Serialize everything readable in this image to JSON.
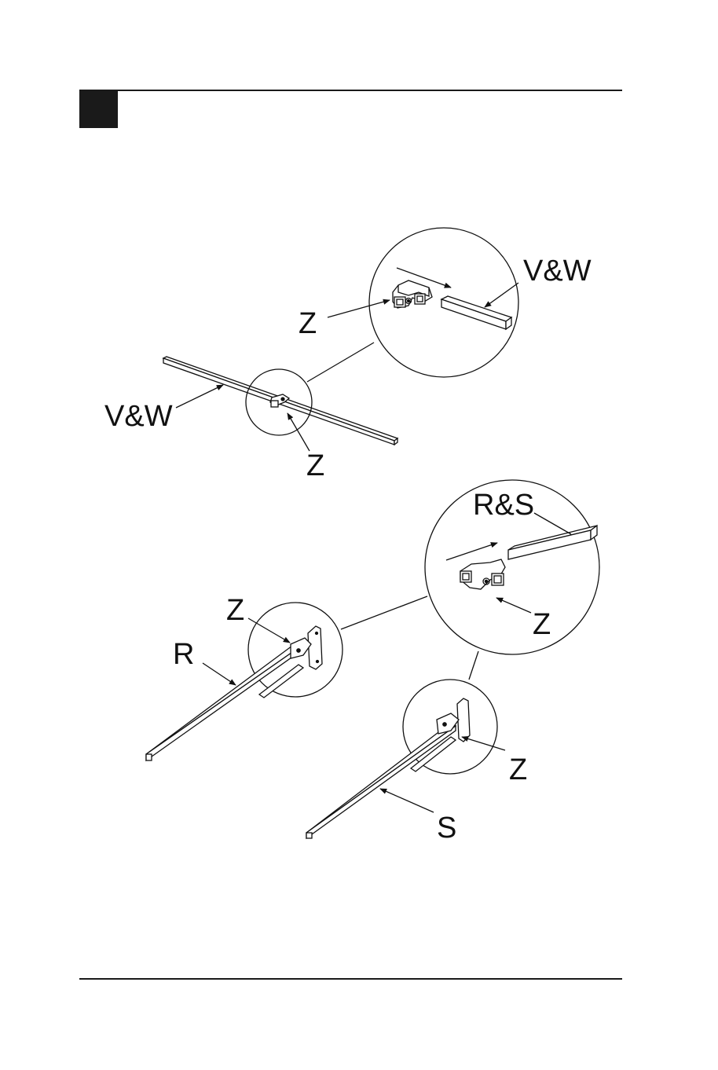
{
  "header": {
    "step_marker": ""
  },
  "labels": {
    "top_detail_vw": "V&W",
    "top_detail_z": "Z",
    "top_main_vw": "V&W",
    "top_main_z": "Z",
    "bottom_detail_rs": "R&S",
    "bottom_detail_z": "Z",
    "left_assembly_z": "Z",
    "left_assembly_r": "R",
    "right_assembly_z": "Z",
    "right_assembly_s": "S"
  },
  "colors": {
    "ink": "#111111",
    "marker": "#1a1a1a",
    "background": "#ffffff"
  }
}
